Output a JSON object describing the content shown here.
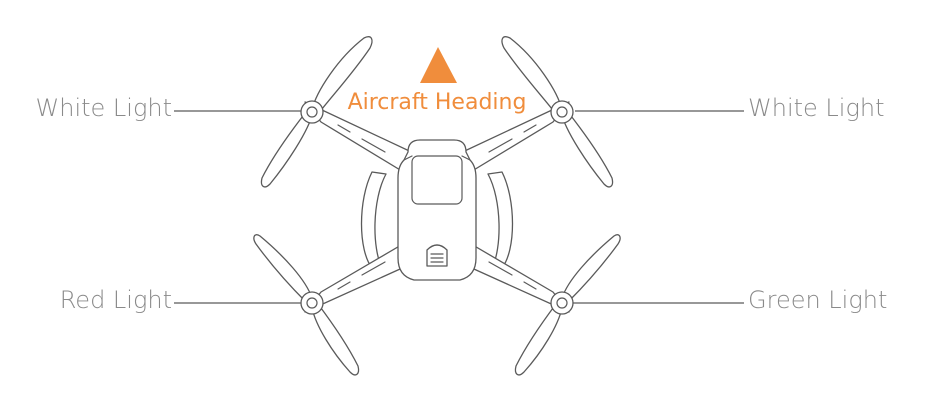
{
  "heading": {
    "text": "Aircraft Heading",
    "color": "#f08d3c"
  },
  "labels": {
    "front_left": "White Light",
    "front_right": "White Light",
    "rear_left": "Red Light",
    "rear_right": "Green Light"
  },
  "colors": {
    "label_text": "#8a8a8a",
    "outline": "#5a5a5a"
  }
}
